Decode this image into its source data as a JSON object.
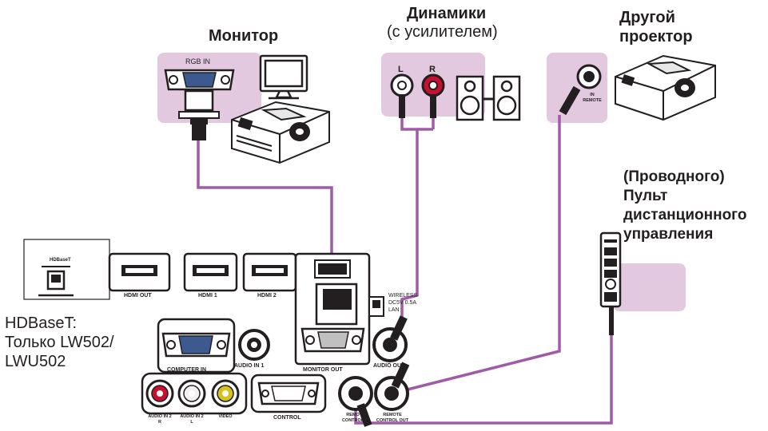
{
  "labels": {
    "monitor": "Монитор",
    "speakers_title": "Динамики",
    "speakers_subtitle": "(с усилителем)",
    "other_projector": [
      "Другой",
      "проектор"
    ],
    "remote": [
      "(Проводного)",
      "Пульт",
      "дистанционного",
      "управления"
    ],
    "hdbaset_note": [
      "HDBaseT:",
      "Только LW502/",
      "LWU502"
    ]
  },
  "ports": {
    "rgb_in": "RGB IN",
    "speaker_l": "L",
    "speaker_r": "R",
    "remote_in": [
      "IN",
      "REMOTE"
    ],
    "hdbaset": "HDBaseT",
    "hdmi_out": "HDMI OUT",
    "hdmi1": "HDMI 1",
    "hdmi2": "HDMI 2",
    "wireless": [
      "WIRELESS",
      "DC5V 0.5A",
      "LAN"
    ],
    "computer_in": "COMPUTER IN",
    "audio_in1": "AUDIO IN 1",
    "monitor_out": "MONITOR OUT",
    "audio_out": "AUDIO OUT",
    "audio_in2_r": [
      "AUDIO IN 2",
      "R"
    ],
    "audio_in2_l": [
      "AUDIO IN 2",
      "L"
    ],
    "video": "VIDEO",
    "control": "CONTROL",
    "remote_control_in": [
      "REMOTE",
      "CONTROL IN"
    ],
    "remote_control_out": [
      "REMOTE",
      "CONTROL OUT"
    ]
  },
  "colors": {
    "cable": "#a05aa8",
    "highlight": "#e3c9df",
    "panel": "#231f20",
    "rca_red": "#c8102e",
    "rca_yellow": "#d8c21a"
  }
}
